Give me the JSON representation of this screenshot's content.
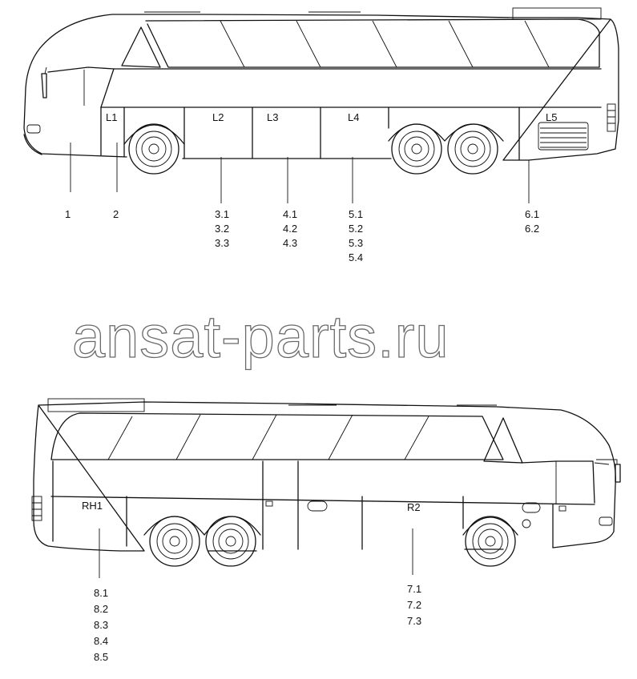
{
  "watermark": "ansat-parts.ru",
  "left_view": {
    "compartments": [
      "L1",
      "L2",
      "L3",
      "L4",
      "L5"
    ],
    "callouts": [
      "1",
      "2"
    ],
    "groups": {
      "l2": [
        "3.1",
        "3.2",
        "3.3"
      ],
      "l3": [
        "4.1",
        "4.2",
        "4.3"
      ],
      "l4": [
        "5.1",
        "5.2",
        "5.3",
        "5.4"
      ],
      "l5": [
        "6.1",
        "6.2"
      ]
    }
  },
  "right_view": {
    "compartments": [
      "RH1",
      "R2"
    ],
    "groups": {
      "rh1": [
        "8.1",
        "8.2",
        "8.3",
        "8.4",
        "8.5"
      ],
      "r2": [
        "7.1",
        "7.2",
        "7.3"
      ]
    }
  }
}
